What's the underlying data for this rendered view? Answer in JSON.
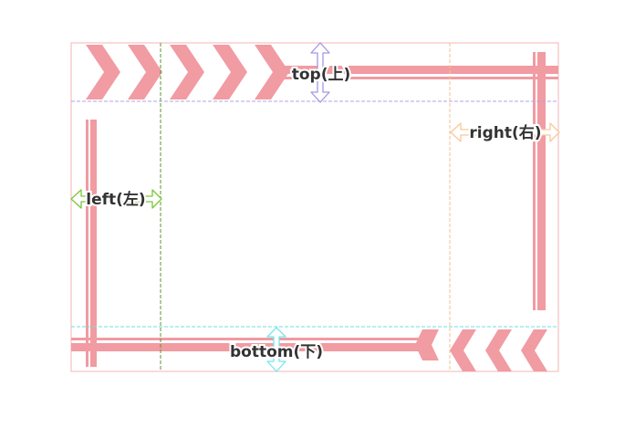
{
  "diagram": {
    "labels": {
      "top": "top(上)",
      "right": "right(右)",
      "left": "left(左)",
      "bottom": "bottom(下)"
    },
    "colors": {
      "frame": "#f5b5b5",
      "stripe": "#f19ba2",
      "top_guide": "#b3a3e3",
      "top_arrow": "#a396e6",
      "right_guide": "#f2c08f",
      "right_arrow": "#f7c99a",
      "left_guide": "#5b9632",
      "left_arrow": "#7cc63a",
      "bottom_guide": "#6fe0e0",
      "bottom_arrow": "#75e8ec"
    },
    "icons": {
      "top_arrow": "double-headed-vertical-arrow",
      "right_arrow": "double-headed-horizontal-arrow",
      "left_arrow": "double-headed-horizontal-arrow",
      "bottom_arrow": "double-headed-vertical-arrow",
      "top_chevrons": "chevron-right-icon",
      "bottom_chevrons": "chevron-left-icon"
    }
  }
}
